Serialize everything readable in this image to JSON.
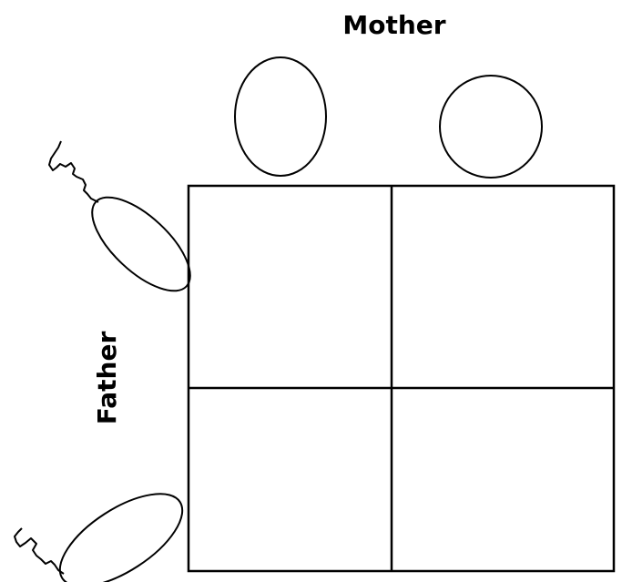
{
  "labels": {
    "mother": "Mother",
    "father": "Father"
  },
  "punnett_square": {
    "rows": 2,
    "columns": 2,
    "cells": [
      [
        "",
        ""
      ],
      [
        "",
        ""
      ]
    ]
  },
  "icons": {
    "mother_gametes": [
      "egg-icon",
      "egg-icon"
    ],
    "father_gametes": [
      "sperm-icon",
      "sperm-icon"
    ]
  },
  "colors": {
    "line": "#000000",
    "background": "#ffffff"
  }
}
